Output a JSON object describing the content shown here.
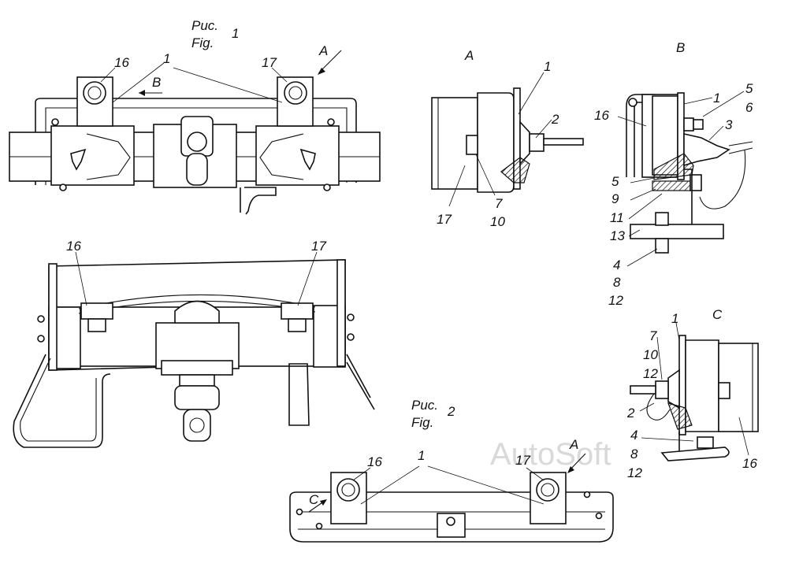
{
  "captions": {
    "fig1_ru": "Рис.",
    "fig1_en": "Fig.",
    "fig1_num": "1",
    "fig2_ru": "Рис.",
    "fig2_en": "Fig.",
    "fig2_num": "2"
  },
  "views": {
    "a": "A",
    "b": "B",
    "c": "C"
  },
  "watermark": "AutoSoft",
  "labels": {
    "f1_16": "16",
    "f1_1": "1",
    "f1_17": "17",
    "f1_a": "A",
    "f1_b": "B",
    "m_16": "16",
    "m_17": "17",
    "f2_16": "16",
    "f2_1": "1",
    "f2_17": "17",
    "f2_a": "A",
    "f2_c": "C",
    "a_1": "1",
    "a_2": "2",
    "a_17": "17",
    "a_7": "7",
    "a_10": "10",
    "b_16": "16",
    "b_1": "1",
    "b_5t": "5",
    "b_6": "6",
    "b_3": "3",
    "b_5": "5",
    "b_9": "9",
    "b_11": "11",
    "b_13": "13",
    "b_4": "4",
    "b_8": "8",
    "b_12": "12",
    "c_1": "1",
    "c_7": "7",
    "c_10": "10",
    "c_12": "12",
    "c_2": "2",
    "c_4": "4",
    "c_8": "8",
    "c_12b": "12",
    "c_16": "16"
  }
}
